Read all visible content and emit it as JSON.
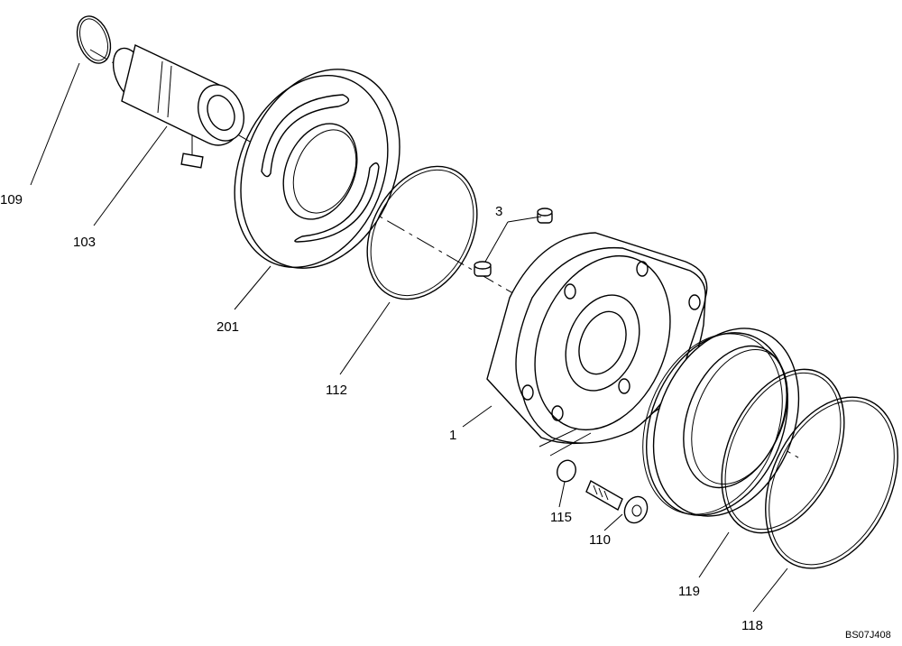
{
  "diagram": {
    "drawing_code": "BS07J408",
    "callouts": {
      "p109": "109",
      "p103": "103",
      "p201": "201",
      "p112": "112",
      "p3": "3",
      "p1": "1",
      "p115": "115",
      "p110": "110",
      "p119": "119",
      "p118": "118"
    }
  }
}
